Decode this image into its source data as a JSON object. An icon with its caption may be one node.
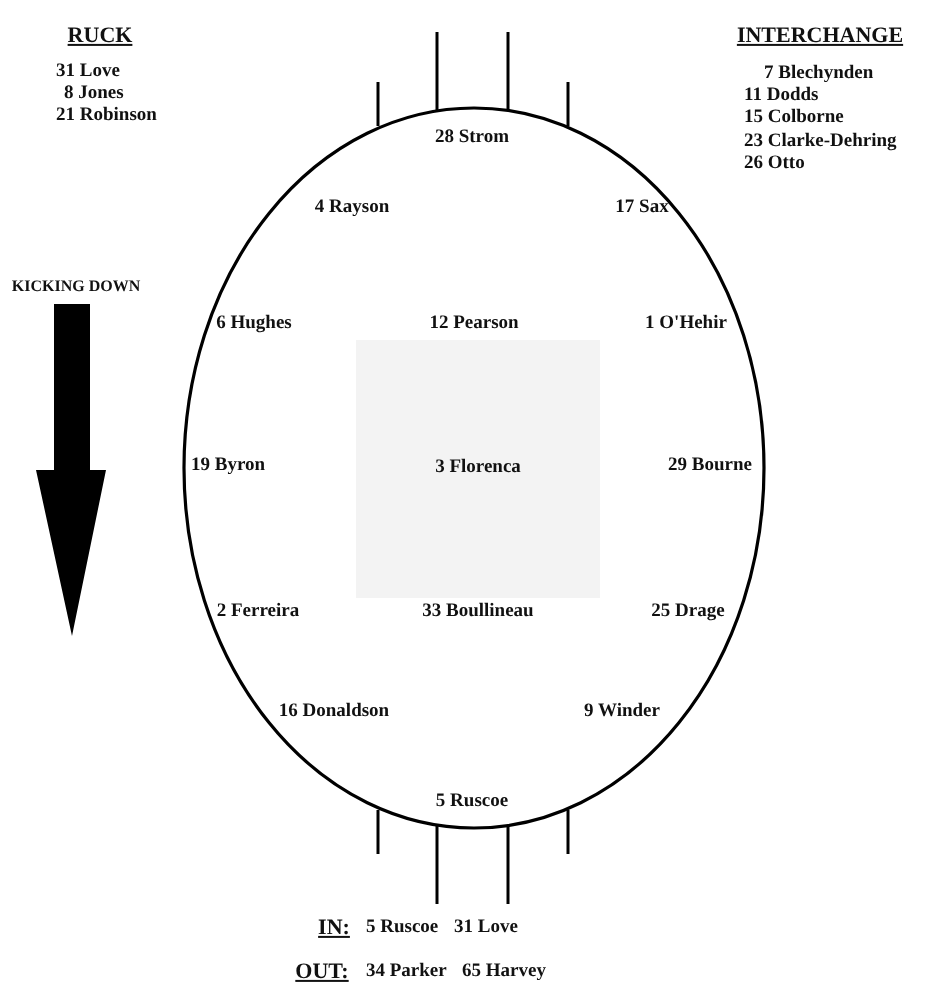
{
  "diagram": {
    "nodes": [
      {
        "text": [],
        "shape": "oval"
      },
      {
        "text": [
          "3 Florenca"
        ],
        "in": 0
      }
    ],
    "edges": [],
    "labels": [
      "RUCK",
      "31 Love",
      "8 Jones",
      "21 Robinson",
      "INTERCHANGE",
      "7 Blechynden",
      "11 Dodds",
      "15 Colborne",
      "23 Clarke-Dehring",
      "26 Otto",
      "28 Strom",
      "4 Rayson",
      "17 Sax",
      "KICKING DOWN",
      "6 Hughes",
      "12 Pearson",
      "1 O'Hehir",
      "19 Byron",
      "29 Bourne",
      "2 Ferreira",
      "33 Boullineau",
      "25 Drage",
      "16 Donaldson",
      "9 Winder",
      "5 Ruscoe",
      "IN:",
      "5 Ruscoe",
      "31 Love",
      "OUT:",
      "34 Parker",
      "65 Harvey"
    ]
  }
}
